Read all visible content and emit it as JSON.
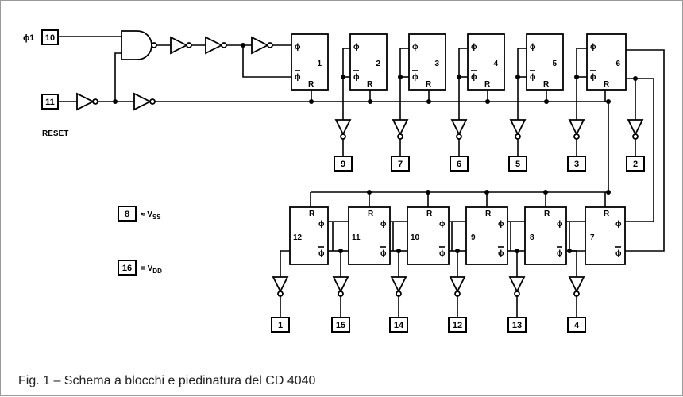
{
  "caption": "Fig. 1 – Schema a blocchi e piedinatura del CD 4040",
  "inputs": {
    "clock_label": "ϕ1",
    "clock_pin": "10",
    "reset_pin": "11",
    "reset_label": "RESET"
  },
  "supply": {
    "vss_pin": "8",
    "vss_text": "≈ V",
    "vss_sub": "SS",
    "vdd_pin": "16",
    "vdd_text": "= V",
    "vdd_sub": "DD"
  },
  "stage_labels": {
    "phi": "ϕ",
    "phibar": "ϕ",
    "reset": "R"
  },
  "top_row": [
    {
      "stage": "1",
      "out_pin": "9"
    },
    {
      "stage": "2",
      "out_pin": "7"
    },
    {
      "stage": "3",
      "out_pin": "6"
    },
    {
      "stage": "4",
      "out_pin": "5"
    },
    {
      "stage": "5",
      "out_pin": "3"
    },
    {
      "stage": "6",
      "out_pin": "2"
    }
  ],
  "bottom_row": [
    {
      "stage": "12",
      "out_pin": "1"
    },
    {
      "stage": "11",
      "out_pin": "15"
    },
    {
      "stage": "10",
      "out_pin": "14"
    },
    {
      "stage": "9",
      "out_pin": "12"
    },
    {
      "stage": "8",
      "out_pin": "13"
    },
    {
      "stage": "7",
      "out_pin": "4"
    }
  ]
}
